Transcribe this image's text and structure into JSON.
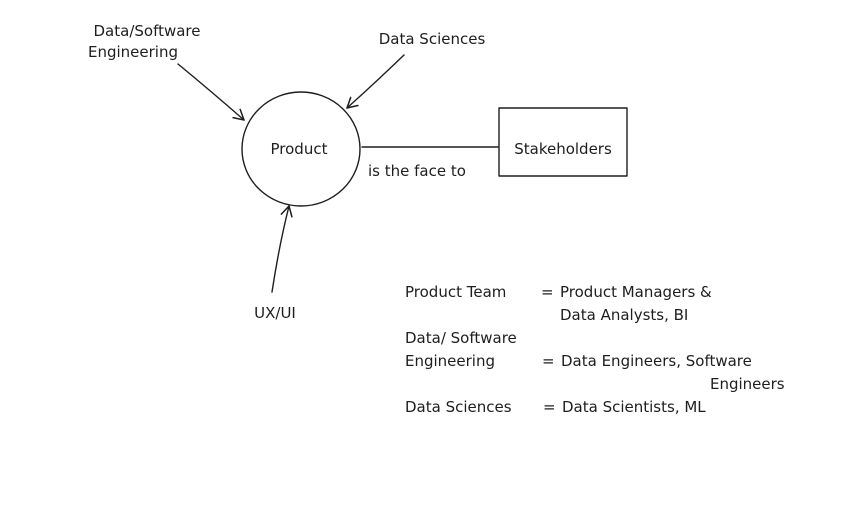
{
  "nodes": {
    "product": "Product",
    "stakeholders": "Stakeholders",
    "data_software_engineering_line1": "Data/Software",
    "data_software_engineering_line2": "Engineering",
    "data_sciences": "Data Sciences",
    "ux_ui": "UX/UI"
  },
  "edges": {
    "product_to_stakeholders_label": "is the face to"
  },
  "legend": {
    "product_team": {
      "term": "Product Team",
      "equals": "=",
      "definition_line1": "Product Managers &",
      "definition_line2": "Data Analysts, BI"
    },
    "data_software_engineering": {
      "term_line1": "Data/ Software",
      "term_line2": "Engineering",
      "equals": "=",
      "definition_line1": "Data Engineers, Software",
      "definition_line2": "Engineers"
    },
    "data_sciences": {
      "term": "Data Sciences",
      "equals": "=",
      "definition": "Data Scientists, ML"
    }
  }
}
